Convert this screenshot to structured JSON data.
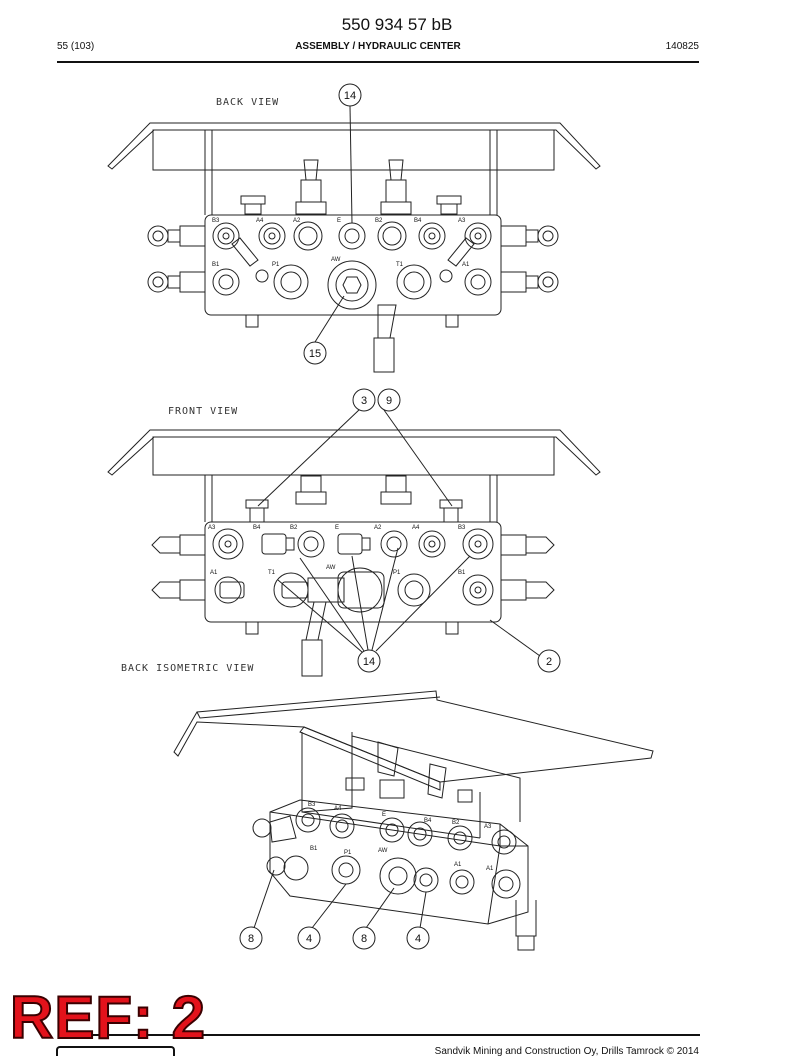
{
  "header": {
    "doc_number": "550 934 57 bB",
    "page": "55 (103)",
    "title": "ASSEMBLY / HYDRAULIC CENTER",
    "code": "140825"
  },
  "views": {
    "back": "BACK VIEW",
    "front": "FRONT VIEW",
    "isometric": "BACK ISOMETRIC VIEW"
  },
  "back_ports_top": [
    "B3",
    "A4",
    "A2",
    "E",
    "B2",
    "B4",
    "A3"
  ],
  "back_ports_bottom": [
    "B1",
    "P1",
    "AW",
    "T1",
    "A1"
  ],
  "front_ports_top": [
    "A3",
    "B4",
    "B2",
    "E",
    "A2",
    "A4",
    "B3"
  ],
  "front_ports_bottom": [
    "A1",
    "T1",
    "AW",
    "P1",
    "B1"
  ],
  "iso_ports": [
    "B3",
    "A4",
    "E",
    "B4",
    "B2",
    "A3",
    "B1",
    "P1",
    "AW",
    "A1",
    "A1"
  ],
  "balloons": {
    "b14_back": "14",
    "b15": "15",
    "b3": "3",
    "b9": "9",
    "b14_front": "14",
    "b2": "2",
    "b8_left": "8",
    "b4_left": "4",
    "b8_right": "8",
    "b4_right": "4"
  },
  "stamp": "REF: 2",
  "footer": "Sandvik Mining and Construction Oy, Drills Tamrock © 2014"
}
